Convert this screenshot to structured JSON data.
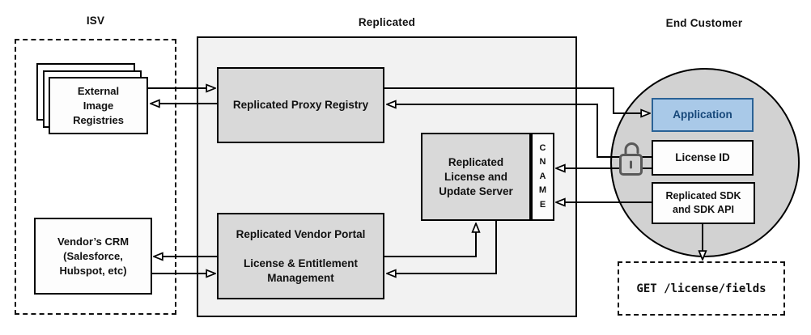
{
  "sections": {
    "isv": {
      "label": "ISV"
    },
    "replicated": {
      "label": "Replicated"
    },
    "end_customer": {
      "label": "End Customer"
    }
  },
  "nodes": {
    "external_image_registries": {
      "label": "External\nImage\nRegistries"
    },
    "vendors_crm": {
      "label": "Vendor’s CRM\n(Salesforce,\nHubspot, etc)"
    },
    "replicated_proxy_registry": {
      "label": "Replicated Proxy Registry"
    },
    "replicated_license_update_server": {
      "label": "Replicated\nLicense and\nUpdate Server"
    },
    "cname": {
      "label": "C\nN\nA\nM\nE"
    },
    "replicated_vendor_portal": {
      "label": "Replicated Vendor Portal\n\nLicense & Entitlement\nManagement"
    },
    "application": {
      "label": "Application"
    },
    "license_id": {
      "label": "License ID"
    },
    "replicated_sdk": {
      "label": "Replicated SDK\nand SDK API"
    },
    "get_license_fields": {
      "label": "GET /license/fields"
    }
  },
  "icons": {
    "unlock": "unlocked-padlock-icon"
  },
  "colors": {
    "application_fill": "#a9c9e8",
    "application_border": "#2a6296",
    "application_text": "#17487a",
    "box_gray": "#d9d9d9",
    "container_gray": "#f2f2f2",
    "circle_gray": "#d2d2d2",
    "line_black": "#000000",
    "lock_gray": "#595959"
  }
}
